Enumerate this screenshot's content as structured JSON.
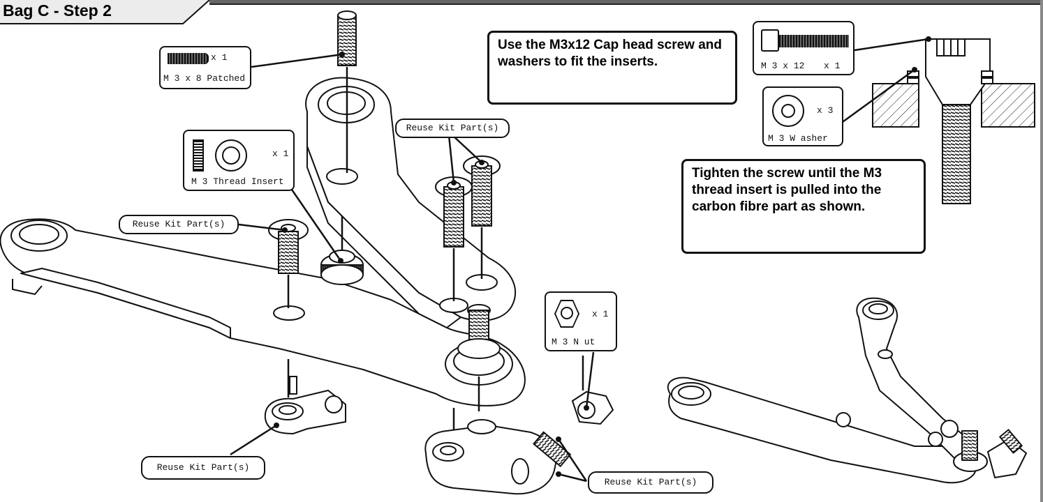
{
  "header": {
    "title": "Bag C - Step 2"
  },
  "parts": {
    "screw_m3x8": {
      "qty": "x 1",
      "name": "M 3 x 8 Patched"
    },
    "thread_insert": {
      "qty": "x 1",
      "name": "M 3 Thread Insert"
    },
    "cap_screw_m3x12": {
      "name": "M 3 x 12",
      "qty": "x 1"
    },
    "washer": {
      "qty": "x 3",
      "name": "M 3 W asher"
    },
    "nut": {
      "qty": "x 1",
      "name": "M 3 N ut"
    }
  },
  "reuse_labels": {
    "top_screws": "Reuse Kit Part(s)",
    "left_screw": "Reuse Kit Part(s)",
    "bottom_left": "Reuse Kit Part(s)",
    "bottom_right": "Reuse Kit Part(s)"
  },
  "instructions": {
    "fit_inserts": "Use the M3x12 Cap head screw and washers to fit the inserts.",
    "tighten": "Tighten the screw until the M3 thread insert is pulled into the carbon fibre part as shown."
  }
}
